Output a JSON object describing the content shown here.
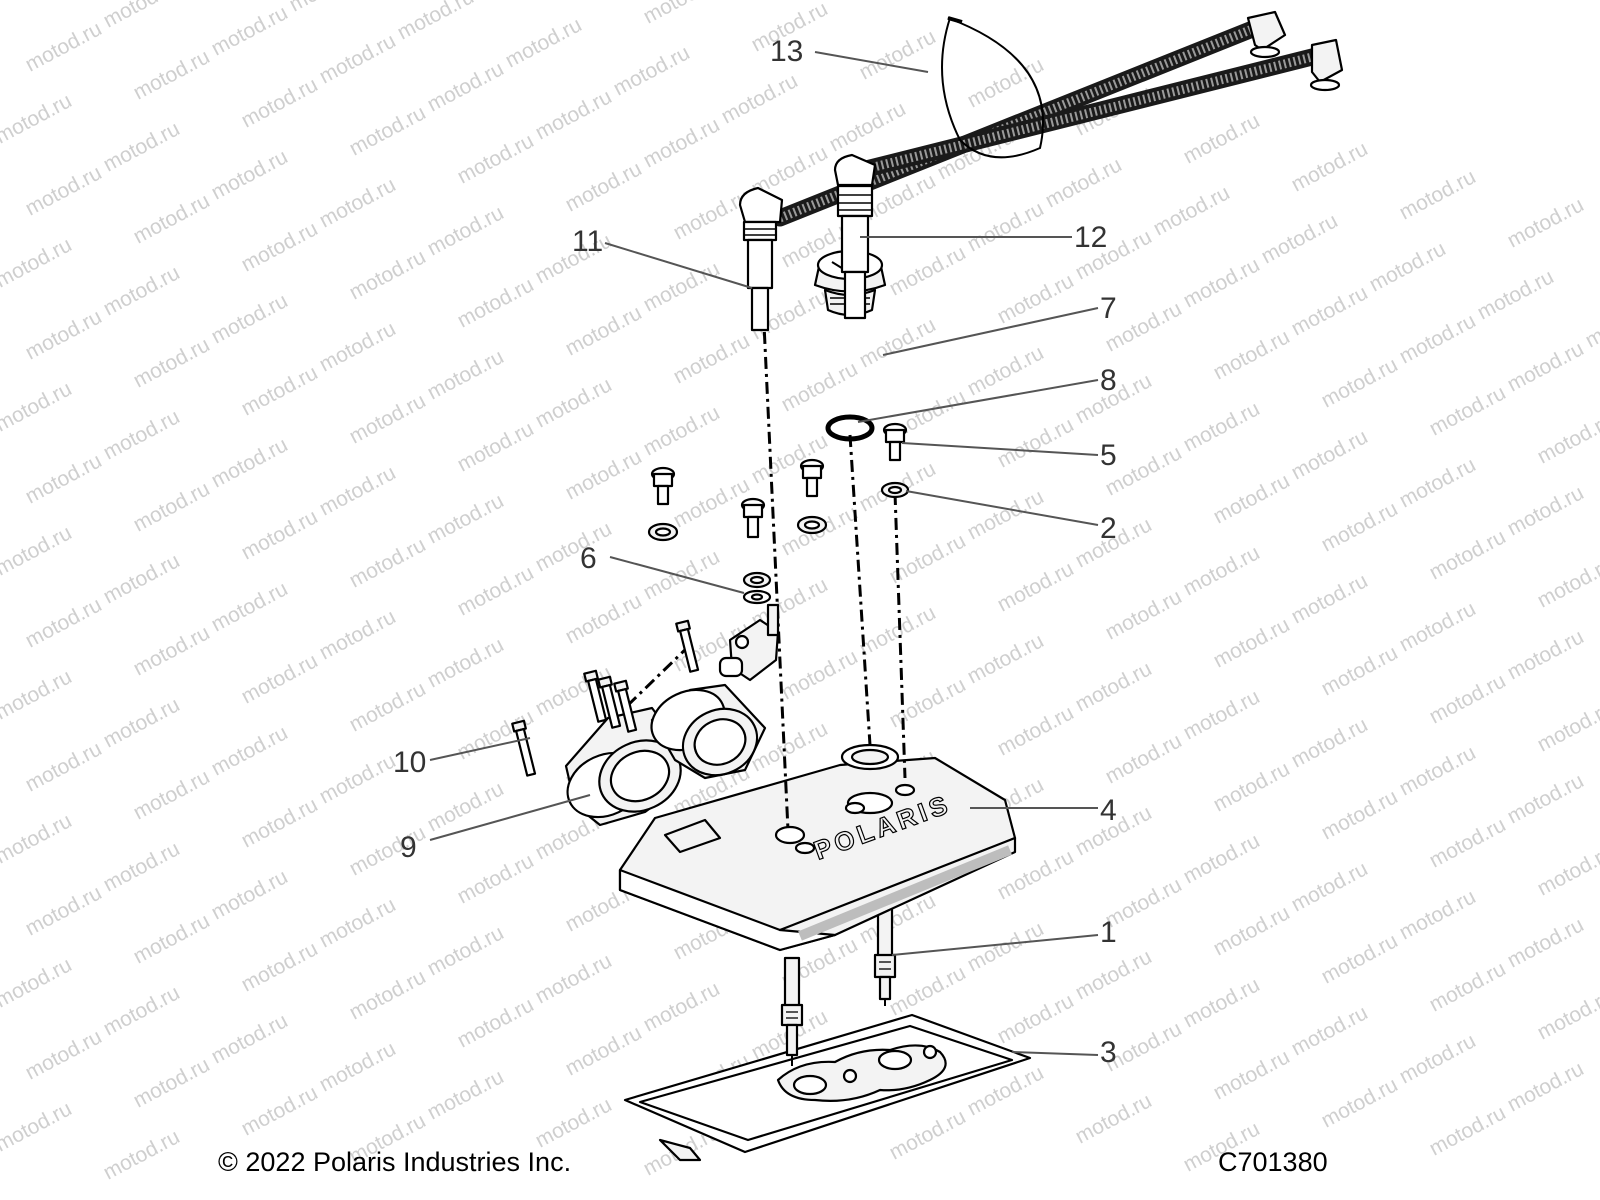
{
  "diagram": {
    "watermark": "motod.ru",
    "copyright": "© 2022 Polaris Industries Inc.",
    "figure_id": "C701380",
    "callouts": [
      "1",
      "2",
      "3",
      "4",
      "5",
      "6",
      "7",
      "8",
      "9",
      "10",
      "11",
      "12",
      "13"
    ],
    "cover_logo_text": "POLARIS"
  }
}
